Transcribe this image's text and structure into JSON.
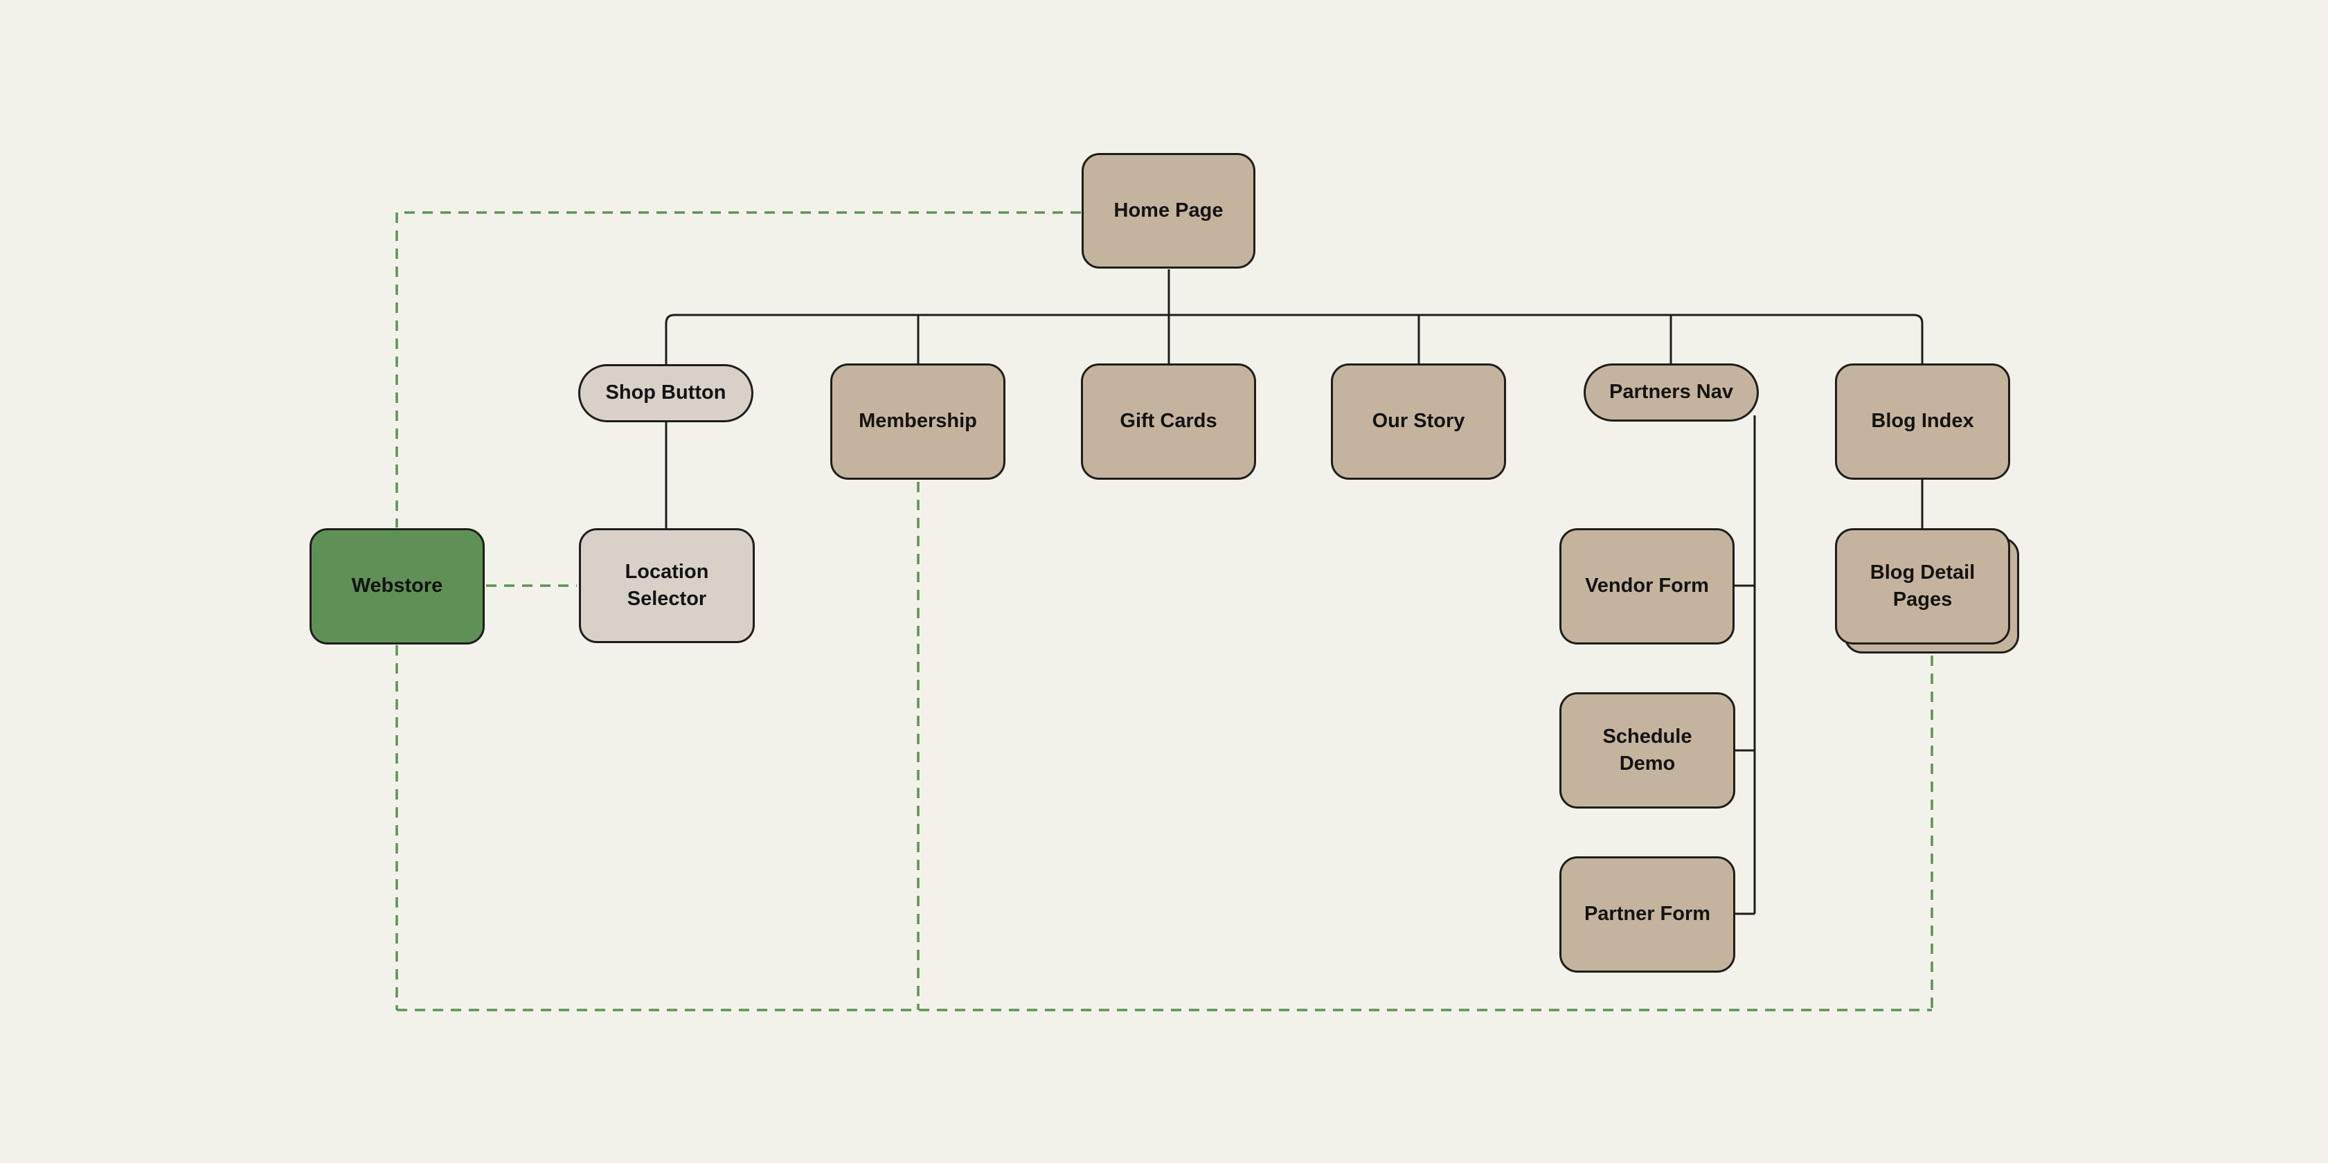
{
  "diagram": {
    "type": "sitemap-flowchart",
    "nodes": {
      "home": {
        "label": "Home Page",
        "shape": "rect",
        "color": "tan"
      },
      "shop_button": {
        "label": "Shop Button",
        "shape": "pill",
        "color": "light"
      },
      "membership": {
        "label": "Membership",
        "shape": "rect",
        "color": "tan"
      },
      "gift_cards": {
        "label": "Gift Cards",
        "shape": "rect",
        "color": "tan"
      },
      "our_story": {
        "label": "Our Story",
        "shape": "rect",
        "color": "tan"
      },
      "partners_nav": {
        "label": "Partners Nav",
        "shape": "pill",
        "color": "tan"
      },
      "blog_index": {
        "label": "Blog Index",
        "shape": "rect",
        "color": "tan"
      },
      "webstore": {
        "label": "Webstore",
        "shape": "rect",
        "color": "green"
      },
      "location_selector": {
        "label": "Location Selector",
        "shape": "rect",
        "color": "light"
      },
      "vendor_form": {
        "label": "Vendor Form",
        "shape": "rect",
        "color": "tan"
      },
      "schedule_demo": {
        "label": "Schedule Demo",
        "shape": "rect",
        "color": "tan"
      },
      "partner_form": {
        "label": "Partner Form",
        "shape": "rect",
        "color": "tan"
      },
      "blog_detail_pages": {
        "label": "Blog Detail Pages",
        "shape": "stacked-rect",
        "color": "tan"
      }
    },
    "edges": [
      {
        "from": "home",
        "to": "shop_button",
        "style": "solid"
      },
      {
        "from": "home",
        "to": "membership",
        "style": "solid"
      },
      {
        "from": "home",
        "to": "gift_cards",
        "style": "solid"
      },
      {
        "from": "home",
        "to": "our_story",
        "style": "solid"
      },
      {
        "from": "home",
        "to": "partners_nav",
        "style": "solid"
      },
      {
        "from": "home",
        "to": "blog_index",
        "style": "solid"
      },
      {
        "from": "shop_button",
        "to": "location_selector",
        "style": "solid"
      },
      {
        "from": "partners_nav",
        "to": "vendor_form",
        "style": "solid"
      },
      {
        "from": "partners_nav",
        "to": "schedule_demo",
        "style": "solid"
      },
      {
        "from": "partners_nav",
        "to": "partner_form",
        "style": "solid"
      },
      {
        "from": "blog_index",
        "to": "blog_detail_pages",
        "style": "solid"
      },
      {
        "from": "home",
        "to": "webstore",
        "style": "dashed"
      },
      {
        "from": "webstore",
        "to": "location_selector",
        "style": "dashed"
      },
      {
        "from": "membership",
        "to": "webstore",
        "style": "dashed"
      },
      {
        "from": "blog_detail_pages",
        "to": "webstore",
        "style": "dashed"
      }
    ]
  },
  "colors": {
    "bg": "#f3f2ea",
    "tan": "#c5b49d",
    "light": "#d9d1c8",
    "green": "#5f9156",
    "dash": "#5e9255",
    "line": "#1d1d1b",
    "text": "#131313"
  }
}
